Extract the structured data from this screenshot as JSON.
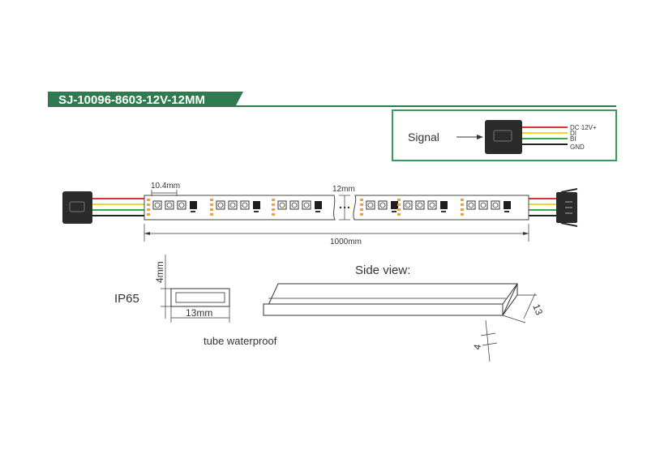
{
  "title": "SJ-10096-8603-12V-12MM",
  "colors": {
    "banner": "#2f7a4e",
    "frame": "#3a9a5c",
    "wire_red": "#e4312b",
    "wire_yellow": "#f5d32a",
    "wire_green": "#3aa845",
    "wire_black": "#222222",
    "connector": "#2b2b2b",
    "pad": "#f0a13c"
  },
  "signal_box": {
    "label": "Signal",
    "pins": [
      "DC 12V+",
      "DI",
      "BI",
      "GND"
    ]
  },
  "strip": {
    "led_spacing": "10.4mm",
    "width": "12mm",
    "length": "1000mm"
  },
  "cross_section": {
    "rating": "IP65",
    "height": "4mm",
    "width": "13mm",
    "caption": "tube  waterproof"
  },
  "side_view": {
    "label": "Side view:",
    "dim_width": "13",
    "dim_height": "4"
  }
}
